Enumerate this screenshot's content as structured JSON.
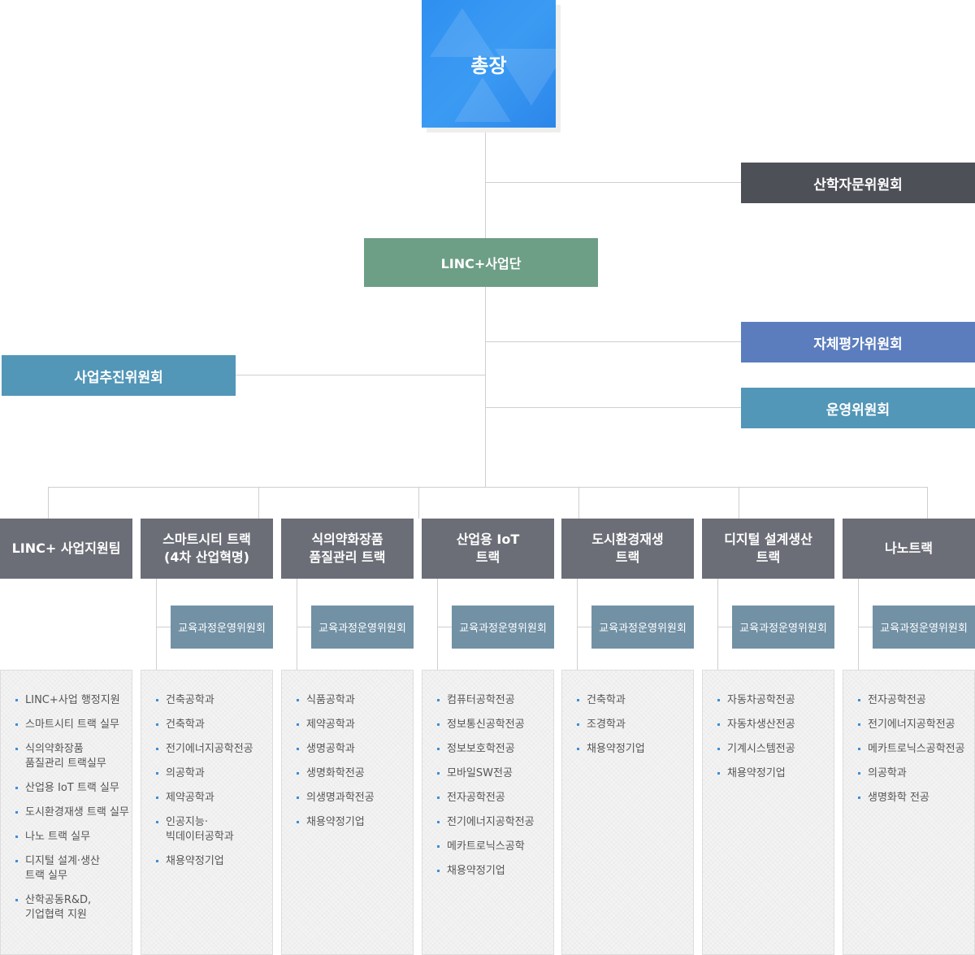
{
  "president": "총장",
  "advisory_committee": "산학자문위원회",
  "linc_hq": "LINC+사업단",
  "promotion_committee": "사업추진위원회",
  "self_evaluation_committee": "자체평가위원회",
  "operation_committee": "운영위원회",
  "columns": [
    {
      "title": "LINC+ 사업지원팀",
      "committee": "",
      "items": [
        "LINC+사업 행정지원",
        "스마트시티 트랙 실무",
        "식의약화장품\n품질관리 트랙실무",
        "산업용 IoT 트랙 실무",
        "도시환경재생 트랙 실무",
        "나노 트랙 실무",
        "디지털 설계·생산\n트랙 실무",
        "산학공동R&D,\n기업협력 지원"
      ]
    },
    {
      "title": "스마트시티 트랙\n(4차 산업혁명)",
      "committee": "교육과정운영위원회",
      "items": [
        "건축공학과",
        "건축학과",
        "전기에너지공학전공",
        "의공학과",
        "제약공학과",
        "인공지능·\n빅데이터공학과",
        "채용약정기업"
      ]
    },
    {
      "title": "식의약화장품\n품질관리 트랙",
      "committee": "교육과정운영위원회",
      "items": [
        "식품공학과",
        "제약공학과",
        "생명공학과",
        "생명화학전공",
        "의생명과학전공",
        "채용약정기업"
      ]
    },
    {
      "title": "산업용 IoT\n트랙",
      "committee": "교육과정운영위원회",
      "items": [
        "컴퓨터공학전공",
        "정보통신공학전공",
        "정보보호학전공",
        "모바일SW전공",
        "전자공학전공",
        "전기에너지공학전공",
        "메카트로닉스공학",
        "채용약정기업"
      ]
    },
    {
      "title": "도시환경재생\n트랙",
      "committee": "교육과정운영위원회",
      "items": [
        "건축학과",
        "조경학과",
        "채용약정기업"
      ]
    },
    {
      "title": "디지털 설계생산\n트랙",
      "committee": "교육과정운영위원회",
      "items": [
        "자동차공학전공",
        "자동차생산전공",
        "기계시스템전공",
        "채용약정기업"
      ]
    },
    {
      "title": "나노트랙",
      "committee": "교육과정운영위원회",
      "items": [
        "전자공학전공",
        "전기에너지공학전공",
        "메카트로닉스공학전공",
        "의공학과",
        "생명화학 전공"
      ]
    }
  ]
}
